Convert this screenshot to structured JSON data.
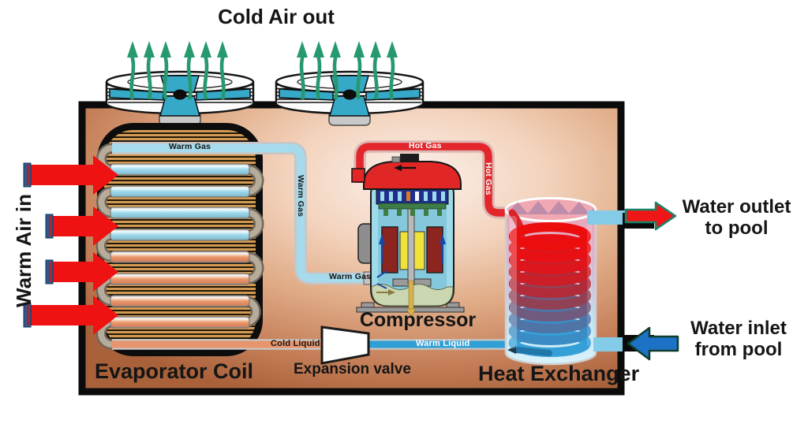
{
  "diagram": {
    "title": "Cold Air out",
    "side_label": "Warm Air in",
    "component_labels": {
      "evaporator": "Evaporator Coil",
      "expansion_valve": "Expansion valve",
      "compressor": "Compressor",
      "heat_exchanger": "Heat Exchanger"
    },
    "pipe_labels": {
      "warm_gas_top": "Warm Gas",
      "warm_gas_vertical": "Warm Gas",
      "warm_gas_inlet": "Warm Gas",
      "hot_gas_horizontal": "Hot Gas",
      "hot_gas_vertical": "Hot Gas",
      "cold_liquid": "Cold Liquid",
      "warm_liquid": "Warm Liquid"
    },
    "water_labels": {
      "outlet_line1": "Water outlet",
      "outlet_line2": "to pool",
      "inlet_line1": "Water inlet",
      "inlet_line2": "from pool"
    },
    "colors": {
      "hot_gas_pipe": "#e2262b",
      "warm_gas_pipe": "#a5dbed",
      "cold_liquid_pipe": "#e8946c",
      "warm_liquid_pipe": "#2f9fd6",
      "cold_air_arrow": "#27996e",
      "warm_air_arrow": "#ee1212",
      "water_outlet_arrow": "#ee1616",
      "water_inlet_arrow": "#1e72c6",
      "cabinet_dark": "#a9613a",
      "cabinet_light": "#fbf1ec",
      "fan_blade": "#36a9c8"
    }
  }
}
